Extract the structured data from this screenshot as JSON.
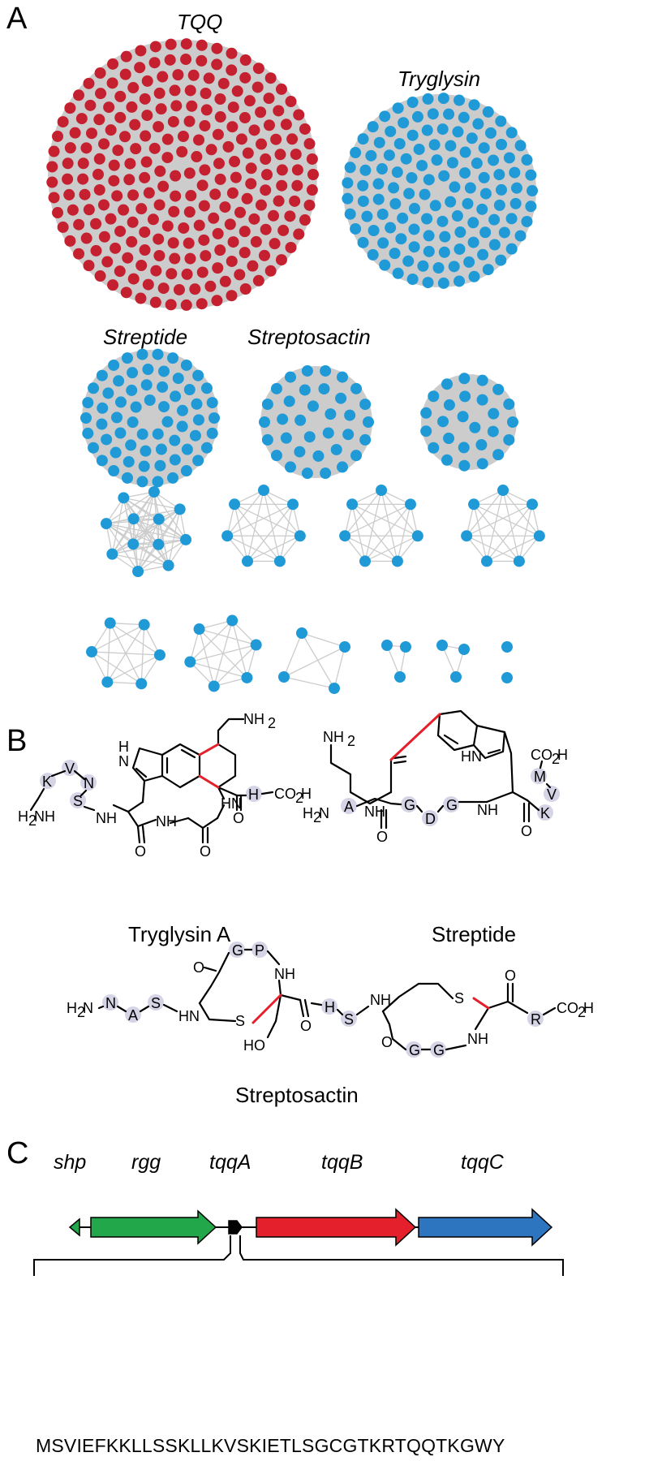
{
  "panels": {
    "a": "A",
    "b": "B",
    "c": "C"
  },
  "panel_a": {
    "titles": {
      "tqq": "TQQ",
      "tryglysin": "Tryglysin",
      "streptide": "Streptide",
      "streptosactin": "Streptosactin"
    },
    "colors": {
      "tqq_nodes": "#c4202f",
      "other_nodes": "#1f9ad6",
      "edges": "#cccccc"
    }
  },
  "panel_b": {
    "compounds": {
      "tryglysin": "Tryglysin A",
      "streptide": "Streptide",
      "streptosactin": "Streptosactin"
    },
    "colors": {
      "crosslink": "#e3202b",
      "residue_circle": "#d5d3e6"
    },
    "atoms": {
      "nh2": "NH",
      "co2h": "CO",
      "h2n": "H",
      "two": "2",
      "nh": "NH",
      "hn": "HN",
      "o": "O",
      "s": "S",
      "ho": "HO"
    },
    "tryglysin_residues": [
      "K",
      "V",
      "N",
      "S",
      "H"
    ],
    "streptide_residues": [
      "A",
      "G",
      "D",
      "G",
      "M",
      "V",
      "K"
    ],
    "streptosactin_residues": [
      "N",
      "A",
      "S",
      "G",
      "P",
      "H",
      "S",
      "G",
      "G",
      "R"
    ]
  },
  "panel_c": {
    "genes": {
      "shp": "shp",
      "rgg": "rgg",
      "tqqA": "tqqA",
      "tqqB": "tqqB",
      "tqqC": "tqqC"
    },
    "gene_colors": {
      "shp": "#22a84a",
      "rgg": "#22a84a",
      "tqqA": "#000000",
      "tqqB": "#e3202b",
      "tqqC": "#2e75c0"
    },
    "sequence": "MSVIEFKKLLSSKLLKVSKIETLSGCGTKRTQQTKGWY"
  }
}
